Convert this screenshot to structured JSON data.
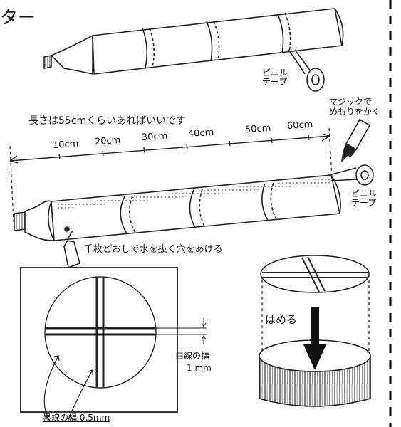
{
  "title_fragment": "ター",
  "top": {
    "tape_label": "ビニル\nテープ"
  },
  "ruler": {
    "length_note": "長さは55cmくらいあればいいです",
    "ticks": [
      "10cm",
      "20cm",
      "30cm",
      "40cm",
      "50cm",
      "60cm"
    ],
    "marker_label": "マジックで\nめもりをかく",
    "tape_label": "ビニル\nテープ",
    "hole_note": "千枚どおしで水を抜く穴をあける"
  },
  "reticle": {
    "white_line_label": "白線の幅",
    "white_line_value": "1 mm",
    "black_line_label": "黒線の幅 0.5mm"
  },
  "fit": {
    "label": "はめる"
  }
}
